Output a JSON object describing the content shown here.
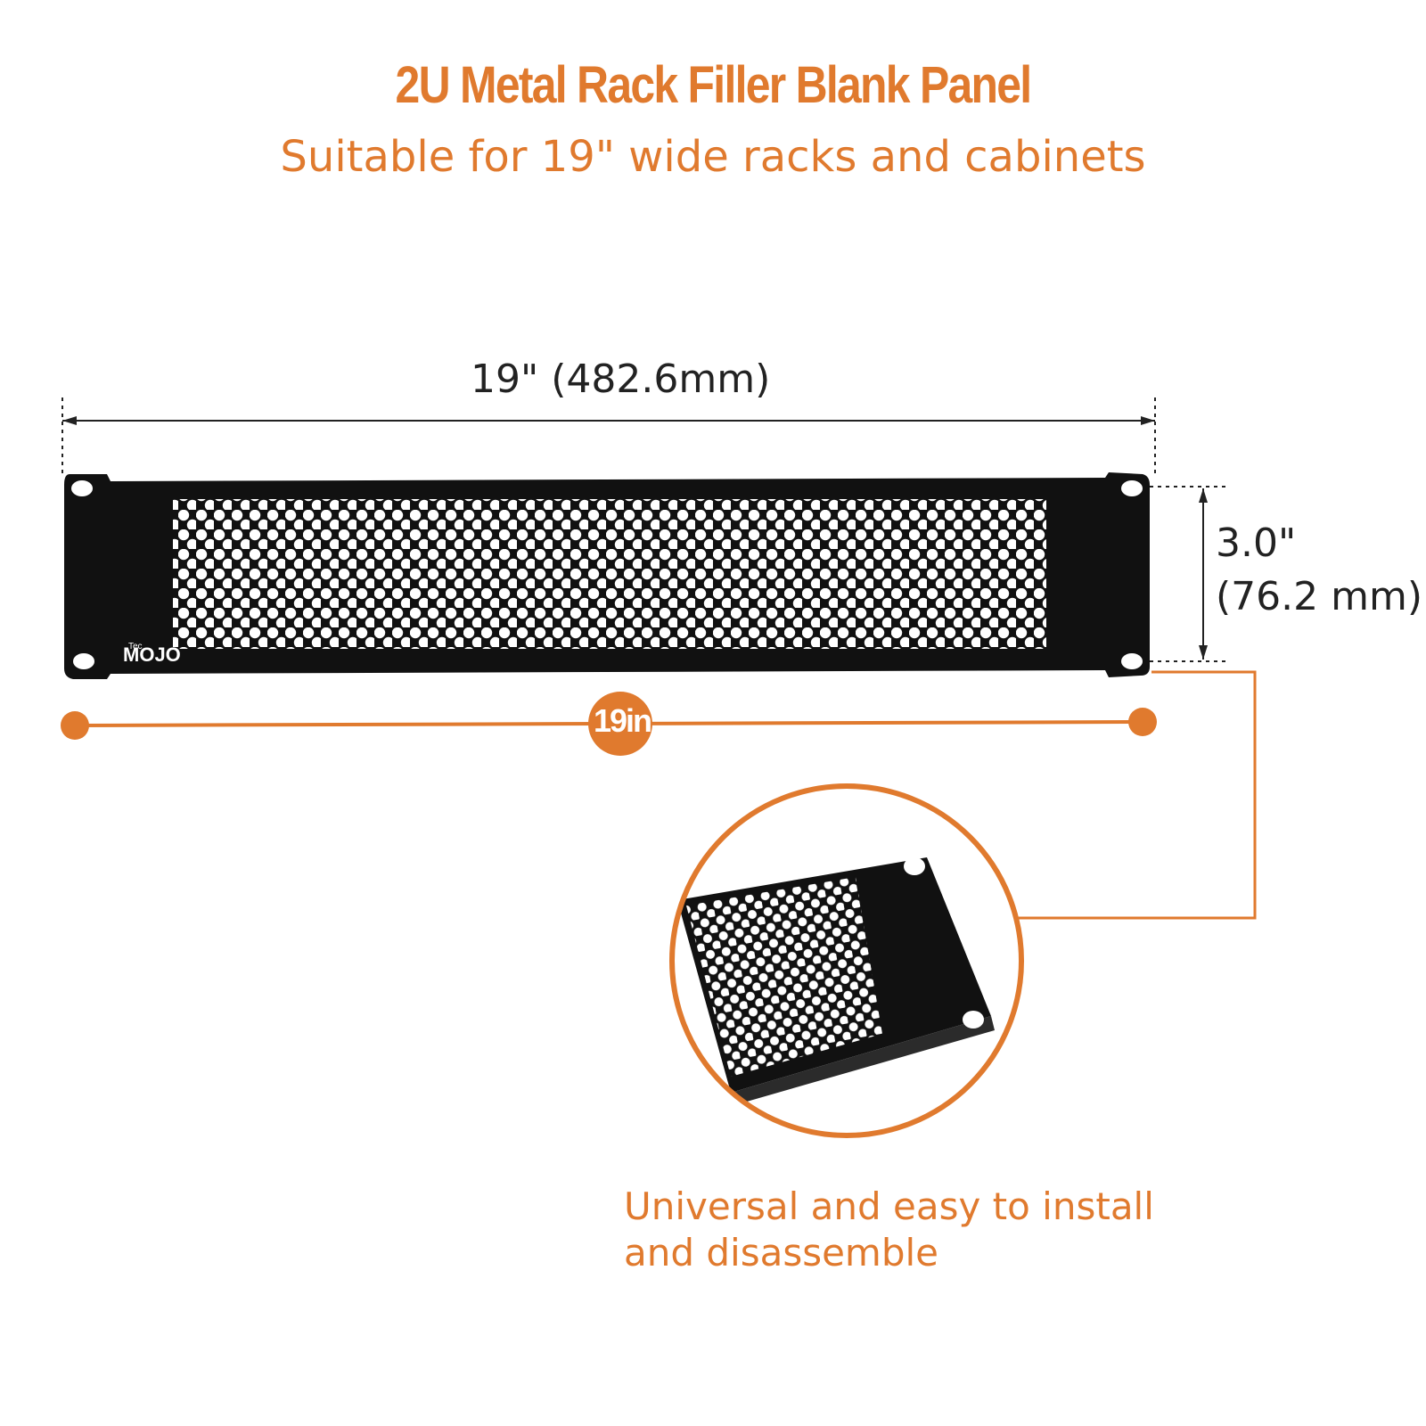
{
  "title": "2U Metal Rack Filler Blank Panel",
  "subtitle": "Suitable for 19\" wide racks and cabinets",
  "dimensions": {
    "width_label": "19\" (482.6mm)",
    "height_line1": "3.0\"",
    "height_line2": "(76.2 mm)",
    "badge_label": "19in"
  },
  "brand": {
    "small": "Tec",
    "name": "MOJO"
  },
  "caption": {
    "line1": "Universal and easy to install",
    "line2": "and disassemble"
  },
  "colors": {
    "accent": "#e07a2e",
    "panel": "#111111",
    "text": "#222222"
  }
}
